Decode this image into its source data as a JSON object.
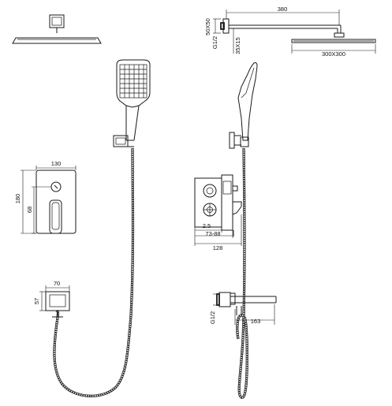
{
  "labels": {
    "head_width": "380",
    "head_square": "300X300",
    "arm_flange": "50X50",
    "arm_thread": "G1/2",
    "arm_height": "35X15",
    "plate_width": "130",
    "plate_height": "180",
    "plate_handle": "68",
    "elbow_width": "70",
    "elbow_height": "57",
    "body_offset": "2.5",
    "body_range": "73-88",
    "body_depth": "128",
    "spout_thread": "G1/2",
    "spout_length": "163"
  }
}
